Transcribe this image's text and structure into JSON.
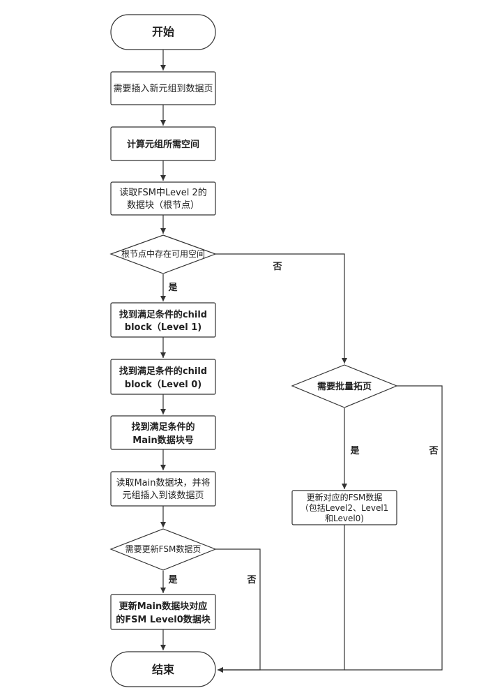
{
  "nodes": {
    "start": "开始",
    "insert_tuple": "需要插入新元组到数据页",
    "calc_space": "计算元组所需空间",
    "read_fsm": {
      "line1": "读取FSM中Level 2的",
      "line2": "数据块（根节点）"
    },
    "root_has_space": "根节点中存在可用空间",
    "find_child_l1": {
      "line1": "找到满足条件的child",
      "line2": "block（Level 1)"
    },
    "find_child_l0": {
      "line1": "找到满足条件的child",
      "line2": "block（Level 0)"
    },
    "find_main": {
      "line1": "找到满足条件的",
      "line2": "Main数据块号"
    },
    "read_main": {
      "line1": "读取Main数据块，并将",
      "line2": "元组插入到该数据页"
    },
    "need_update_fsm": "需要更新FSM数据页",
    "update_l0": {
      "line1": "更新Main数据块对应",
      "line2": "的FSM Level0数据块"
    },
    "end": "结束",
    "need_extend": "需要批量拓页",
    "update_fsm_all": {
      "line1": "更新对应的FSM数据",
      "line2": "（包括Level2、Level1",
      "line3": "和Level0)"
    }
  },
  "edge_labels": {
    "root_yes": "是",
    "root_no": "否",
    "extend_yes": "是",
    "extend_no": "否",
    "update_yes": "是",
    "update_no": "否"
  }
}
